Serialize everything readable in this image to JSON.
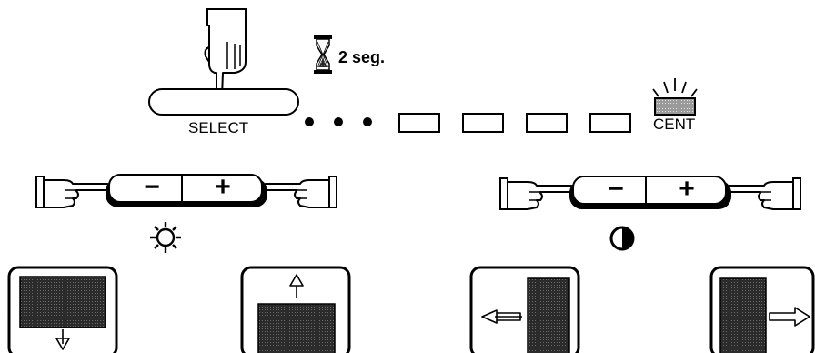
{
  "select_step": {
    "button_label": "SELECT",
    "hold_time_label": "2 seg.",
    "indicator_count": 4,
    "target_label": "CENT",
    "icons": [
      "hand-press-icon",
      "hourglass-icon",
      "dots-icon",
      "flashing-lamp-icon"
    ]
  },
  "controls": [
    {
      "name": "brightness",
      "minus_label": "−",
      "plus_label": "+",
      "icon": "sun-icon"
    },
    {
      "name": "contrast",
      "minus_label": "−",
      "plus_label": "+",
      "icon": "contrast-icon"
    }
  ],
  "position_panels": [
    {
      "name": "move-down",
      "icon": "arrow-down-icon"
    },
    {
      "name": "move-up",
      "icon": "arrow-up-icon"
    },
    {
      "name": "move-left",
      "icon": "arrow-left-icon"
    },
    {
      "name": "move-right",
      "icon": "arrow-right-icon"
    }
  ],
  "colors": {
    "line": "#000000",
    "shade": "#3a3a3a",
    "background": "#ffffff"
  }
}
